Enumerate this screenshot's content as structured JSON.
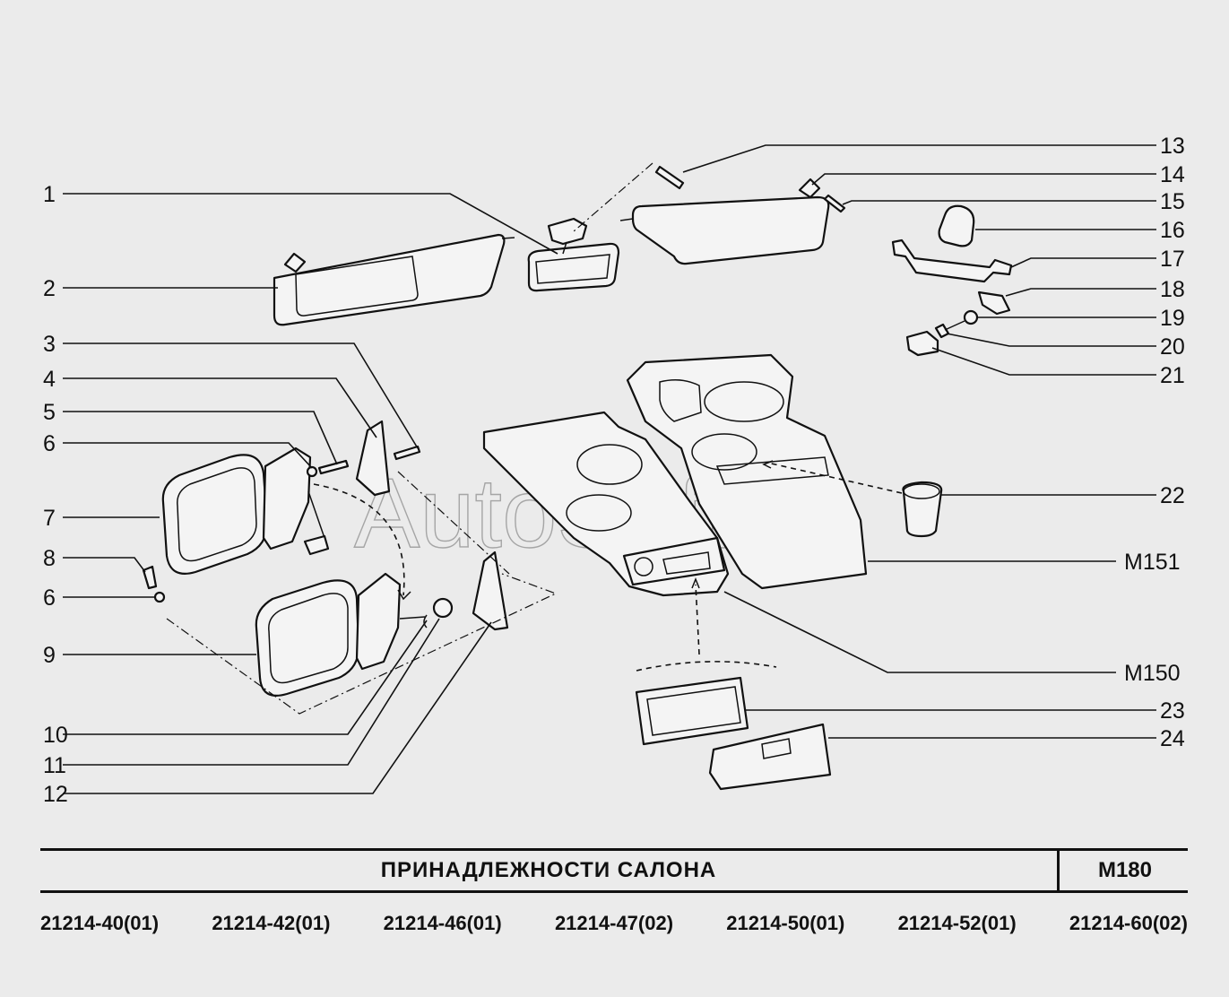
{
  "watermark": "AutoSoft",
  "callouts": {
    "c1": "1",
    "c2": "2",
    "c3": "3",
    "c4": "4",
    "c5": "5",
    "c6a": "6",
    "c7": "7",
    "c8": "8",
    "c6b": "6",
    "c9": "9",
    "c10": "10",
    "c11": "11",
    "c12": "12",
    "c13": "13",
    "c14": "14",
    "c15": "15",
    "c16": "16",
    "c17": "17",
    "c18": "18",
    "c19": "19",
    "c20": "20",
    "c21": "21",
    "c22": "22",
    "m151": "M151",
    "m150": "M150",
    "c23": "23",
    "c24": "24"
  },
  "title": "ПРИНАДЛЕЖНОСТИ   САЛОНА",
  "code": "M180",
  "models": [
    "21214-40(01)",
    "21214-42(01)",
    "21214-46(01)",
    "21214-47(02)",
    "21214-50(01)",
    "21214-52(01)",
    "21214-60(02)"
  ]
}
